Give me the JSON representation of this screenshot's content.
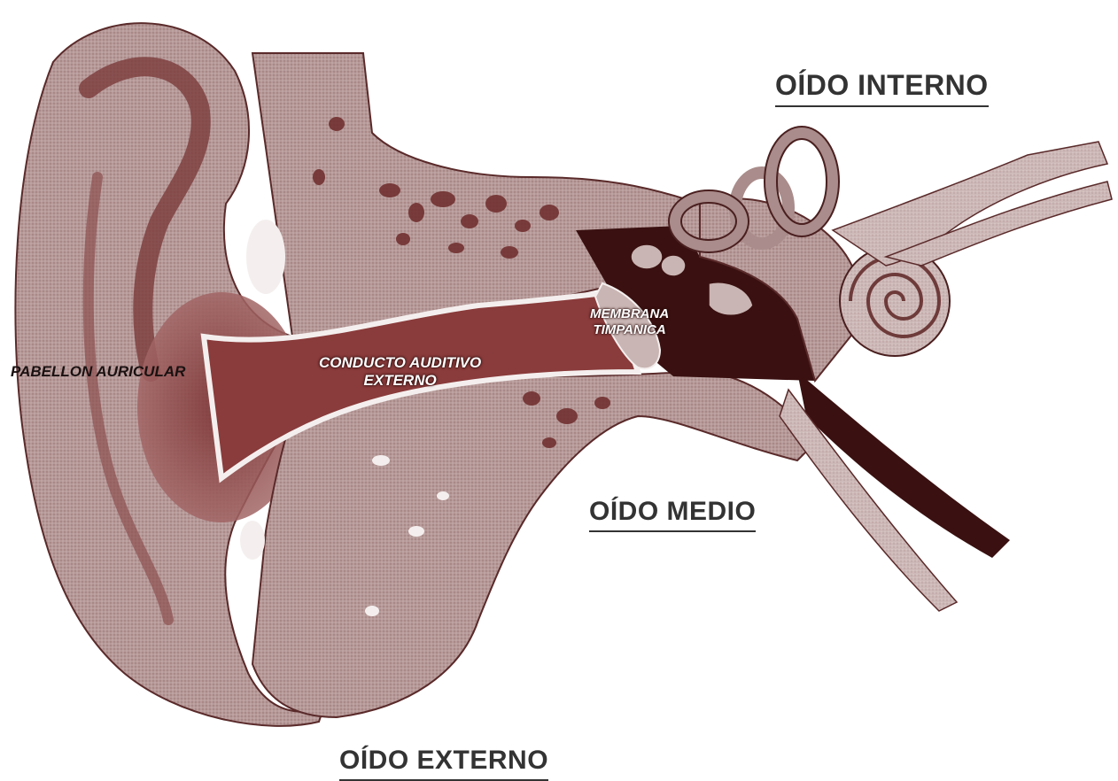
{
  "regions": {
    "interno": "OÍDO INTERNO",
    "medio": "OÍDO MEDIO",
    "externo": "OÍDO EXTERNO"
  },
  "parts": {
    "pabellon": "PABELLON AURICULAR",
    "conducto_line1": "CONDUCTO AUDITIVO",
    "conducto_line2": "EXTERNO",
    "membrana_line1": "MEMBRANA",
    "membrana_line2": "TIMPANICA"
  },
  "colors": {
    "tissue": "#b59796",
    "tissue_dark": "#7c3b3b",
    "canal": "#8e3f3f",
    "cavity": "#3a1010",
    "bone": "#c9b5b3",
    "title": "#333333"
  }
}
